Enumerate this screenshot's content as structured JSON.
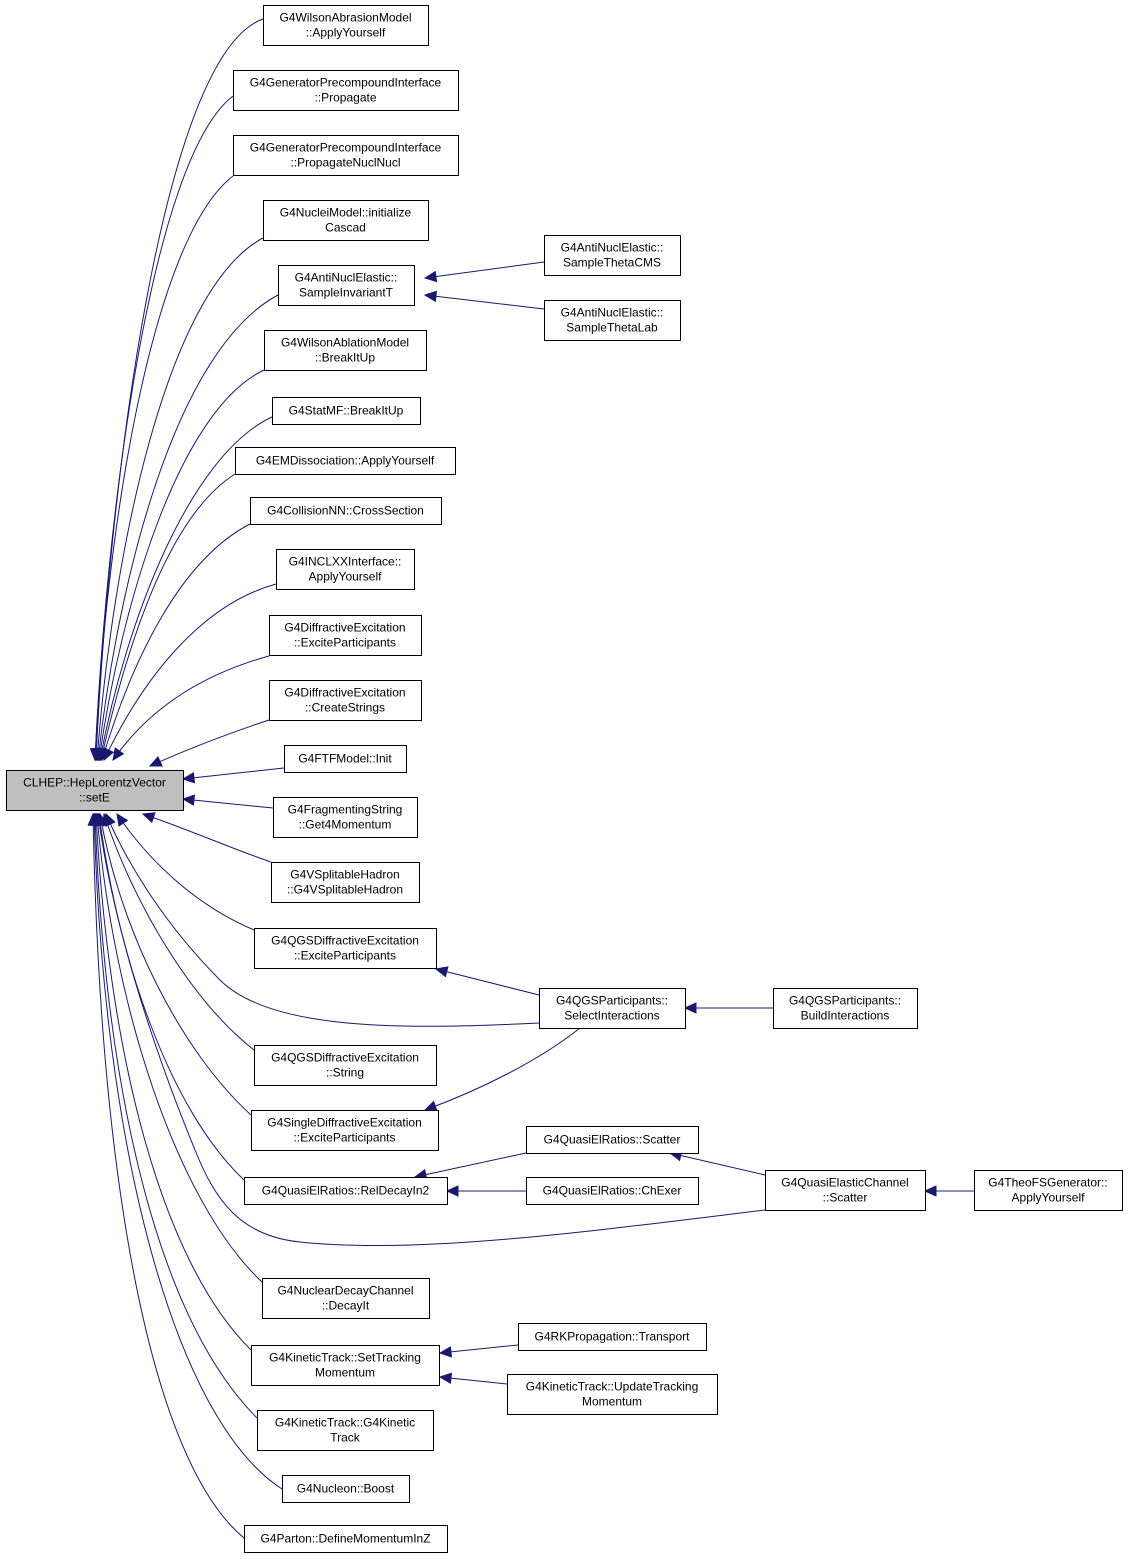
{
  "nodes": [
    {
      "id": "root",
      "lines": [
        "CLHEP::HepLorentzVector",
        "::setE"
      ],
      "root": true
    },
    {
      "id": "n1",
      "lines": [
        "G4WilsonAbrasionModel",
        "::ApplyYourself"
      ]
    },
    {
      "id": "n2",
      "lines": [
        "G4GeneratorPrecompoundInterface",
        "::Propagate"
      ]
    },
    {
      "id": "n3",
      "lines": [
        "G4GeneratorPrecompoundInterface",
        "::PropagateNuclNucl"
      ]
    },
    {
      "id": "n4",
      "lines": [
        "G4NucleiModel::initialize",
        "Cascad"
      ]
    },
    {
      "id": "n5",
      "lines": [
        "G4AntiNuclElastic::",
        "SampleInvariantT"
      ]
    },
    {
      "id": "n6",
      "lines": [
        "G4AntiNuclElastic::",
        "SampleThetaCMS"
      ]
    },
    {
      "id": "n7",
      "lines": [
        "G4AntiNuclElastic::",
        "SampleThetaLab"
      ]
    },
    {
      "id": "n8",
      "lines": [
        "G4WilsonAblationModel",
        "::BreakItUp"
      ]
    },
    {
      "id": "n9",
      "lines": [
        "G4StatMF::BreakItUp"
      ]
    },
    {
      "id": "n10",
      "lines": [
        "G4EMDissociation::ApplyYourself"
      ]
    },
    {
      "id": "n11",
      "lines": [
        "G4CollisionNN::CrossSection"
      ]
    },
    {
      "id": "n12",
      "lines": [
        "G4INCLXXInterface::",
        "ApplyYourself"
      ]
    },
    {
      "id": "n13",
      "lines": [
        "G4DiffractiveExcitation",
        "::ExciteParticipants"
      ]
    },
    {
      "id": "n14",
      "lines": [
        "G4DiffractiveExcitation",
        "::CreateStrings"
      ]
    },
    {
      "id": "n15",
      "lines": [
        "G4FTFModel::Init"
      ]
    },
    {
      "id": "n16",
      "lines": [
        "G4FragmentingString",
        "::Get4Momentum"
      ]
    },
    {
      "id": "n17",
      "lines": [
        "G4VSplitableHadron",
        "::G4VSplitableHadron"
      ]
    },
    {
      "id": "n18",
      "lines": [
        "G4QGSDiffractiveExcitation",
        "::ExciteParticipants"
      ]
    },
    {
      "id": "n19",
      "lines": [
        "G4QGSParticipants::",
        "SelectInteractions"
      ]
    },
    {
      "id": "n20",
      "lines": [
        "G4QGSParticipants::",
        "BuildInteractions"
      ]
    },
    {
      "id": "n21",
      "lines": [
        "G4QGSDiffractiveExcitation",
        "::String"
      ]
    },
    {
      "id": "n22",
      "lines": [
        "G4SingleDiffractiveExcitation",
        "::ExciteParticipants"
      ]
    },
    {
      "id": "n23",
      "lines": [
        "G4QuasiElRatios::Scatter"
      ]
    },
    {
      "id": "n24",
      "lines": [
        "G4QuasiElRatios::RelDecayIn2"
      ]
    },
    {
      "id": "n25",
      "lines": [
        "G4QuasiElRatios::ChExer"
      ]
    },
    {
      "id": "n26",
      "lines": [
        "G4QuasiElasticChannel",
        "::Scatter"
      ]
    },
    {
      "id": "n27",
      "lines": [
        "G4TheoFSGenerator::",
        "ApplyYourself"
      ]
    },
    {
      "id": "n28",
      "lines": [
        "G4NuclearDecayChannel",
        "::DecayIt"
      ]
    },
    {
      "id": "n29",
      "lines": [
        "G4KineticTrack::SetTracking",
        "Momentum"
      ]
    },
    {
      "id": "n30",
      "lines": [
        "G4RKPropagation::Transport"
      ]
    },
    {
      "id": "n31",
      "lines": [
        "G4KineticTrack::UpdateTracking",
        "Momentum"
      ]
    },
    {
      "id": "n32",
      "lines": [
        "G4KineticTrack::G4Kinetic",
        "Track"
      ]
    },
    {
      "id": "n33",
      "lines": [
        "G4Nucleon::Boost"
      ]
    },
    {
      "id": "n34",
      "lines": [
        "G4Parton::DefineMomentumInZ"
      ]
    }
  ],
  "edges": [
    {
      "from": "n1",
      "to": "root"
    },
    {
      "from": "n2",
      "to": "root"
    },
    {
      "from": "n3",
      "to": "root"
    },
    {
      "from": "n4",
      "to": "root"
    },
    {
      "from": "n5",
      "to": "root"
    },
    {
      "from": "n6",
      "to": "n5"
    },
    {
      "from": "n7",
      "to": "n5"
    },
    {
      "from": "n8",
      "to": "root"
    },
    {
      "from": "n9",
      "to": "root"
    },
    {
      "from": "n10",
      "to": "root"
    },
    {
      "from": "n11",
      "to": "root"
    },
    {
      "from": "n12",
      "to": "root"
    },
    {
      "from": "n13",
      "to": "root"
    },
    {
      "from": "n14",
      "to": "root"
    },
    {
      "from": "n15",
      "to": "root"
    },
    {
      "from": "n16",
      "to": "root"
    },
    {
      "from": "n17",
      "to": "root"
    },
    {
      "from": "n18",
      "to": "root"
    },
    {
      "from": "n19",
      "to": "n18"
    },
    {
      "from": "n19",
      "to": "root"
    },
    {
      "from": "n19",
      "to": "n22"
    },
    {
      "from": "n20",
      "to": "n19"
    },
    {
      "from": "n21",
      "to": "root"
    },
    {
      "from": "n22",
      "to": "root"
    },
    {
      "from": "n23",
      "to": "n24"
    },
    {
      "from": "n24",
      "to": "root"
    },
    {
      "from": "n25",
      "to": "n24"
    },
    {
      "from": "n26",
      "to": "n23"
    },
    {
      "from": "n26",
      "to": "root"
    },
    {
      "from": "n27",
      "to": "n26"
    },
    {
      "from": "n28",
      "to": "root"
    },
    {
      "from": "n29",
      "to": "root"
    },
    {
      "from": "n30",
      "to": "n29"
    },
    {
      "from": "n31",
      "to": "n29"
    },
    {
      "from": "n32",
      "to": "root"
    },
    {
      "from": "n33",
      "to": "root"
    },
    {
      "from": "n34",
      "to": "root"
    }
  ],
  "colors": {
    "edge": "#191970",
    "root_fill": "#bfbfbf",
    "node_fill": "#ffffff",
    "border": "#000000"
  }
}
